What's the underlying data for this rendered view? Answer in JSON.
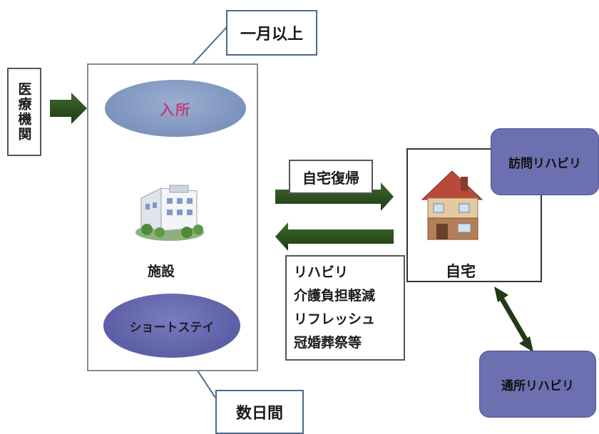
{
  "medical_institution": "医療機関",
  "facility": {
    "admission": "入所",
    "label": "施設",
    "short_stay": "ショートステイ"
  },
  "durations": {
    "long": "一月以上",
    "short": "数日間"
  },
  "return_home": "自宅復帰",
  "reasons": [
    "リハビリ",
    "介護負担軽減",
    "リフレッシュ",
    "冠婚葬祭等"
  ],
  "home": "自宅",
  "rehab": {
    "visit": "訪問リハビリ",
    "day": "通所リハビリ"
  },
  "colors": {
    "arrow": "#2a4a1e",
    "admission_ellipse": "#8a9fc8",
    "short_stay_ellipse": "#5d5fa6",
    "admission_text": "#c0407a",
    "rehab_box": "#6c6fb0"
  }
}
